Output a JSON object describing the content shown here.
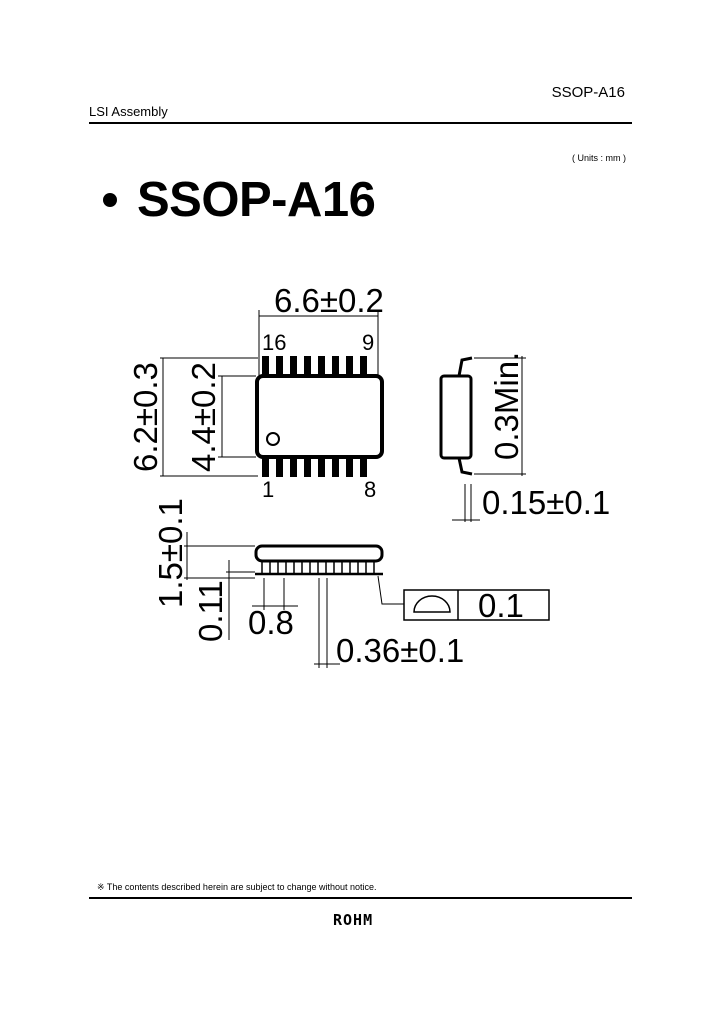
{
  "header": {
    "section": "LSI Assembly",
    "package_code": "SSOP-A16"
  },
  "units": "( Units : mm )",
  "title": "SSOP-A16",
  "dimensions": {
    "body_length": "6.6±0.2",
    "overall_width": "6.2±0.3",
    "body_width": "4.4±0.2",
    "standoff_min": "0.3Min.",
    "lead_thickness": "0.15±0.1",
    "height": "1.5±0.1",
    "standoff": "0.11",
    "pitch": "0.8",
    "lead_width": "0.36±0.1",
    "flatness": "0.1"
  },
  "pins": {
    "top_left": "16",
    "top_right": "9",
    "bottom_left": "1",
    "bottom_right": "8"
  },
  "footer": {
    "note": "※ The contents described herein are subject to change without notice.",
    "logo": "ROHM"
  }
}
